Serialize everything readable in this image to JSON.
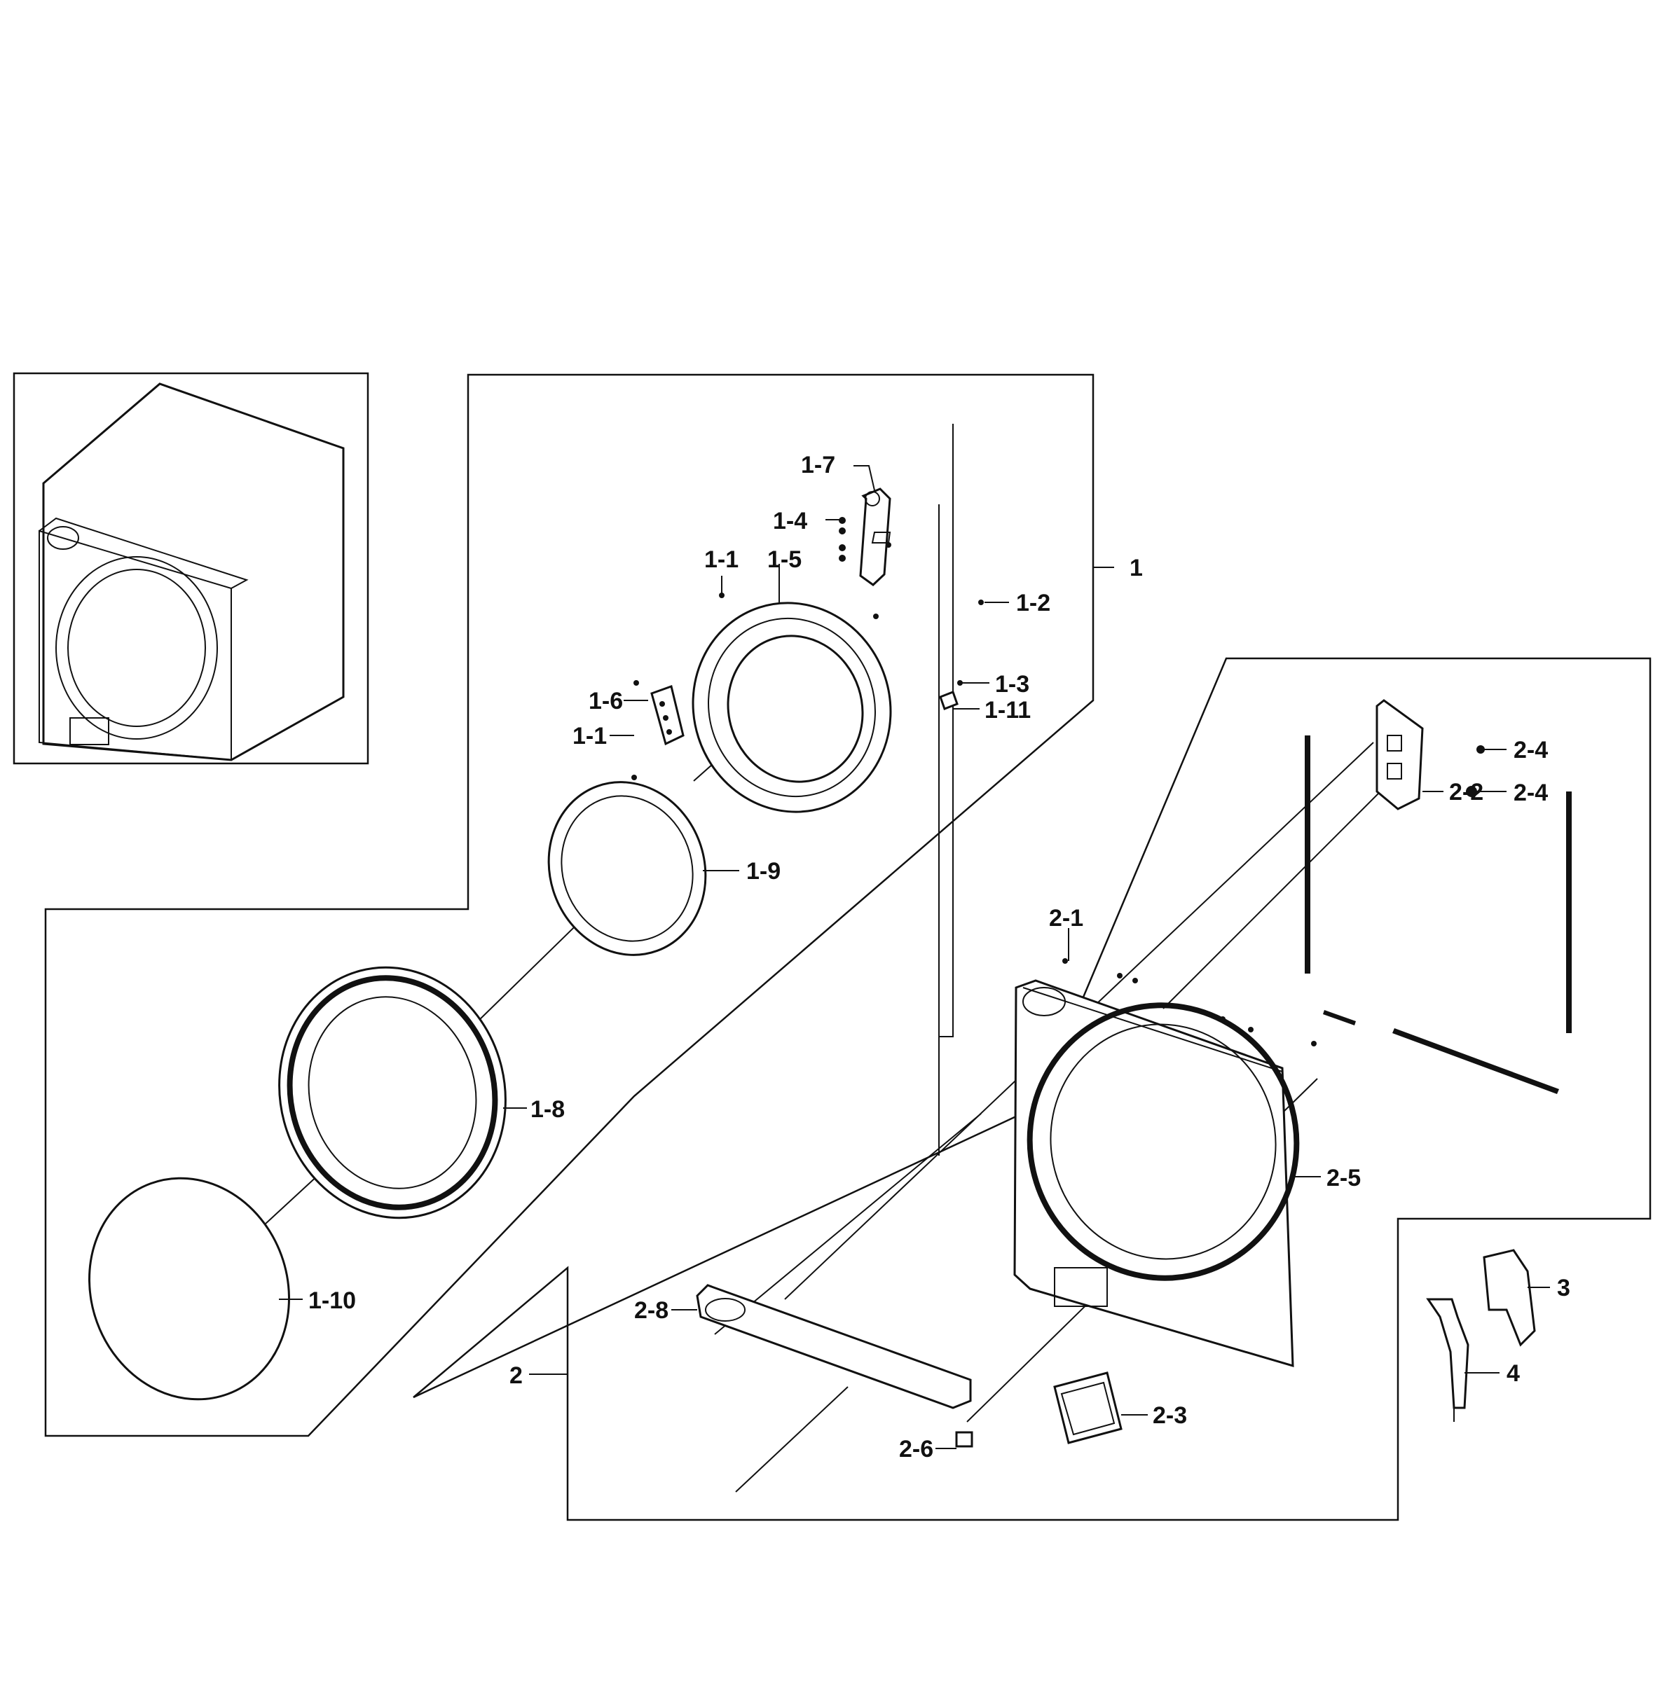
{
  "callouts": {
    "c1": "1",
    "c1_1a": "1-1",
    "c1_1b": "1-1",
    "c1_2": "1-2",
    "c1_3": "1-3",
    "c1_4": "1-4",
    "c1_5": "1-5",
    "c1_6": "1-6",
    "c1_7": "1-7",
    "c1_8": "1-8",
    "c1_9": "1-9",
    "c1_10": "1-10",
    "c1_11": "1-11",
    "c2": "2",
    "c2_1": "2-1",
    "c2_2": "2-2",
    "c2_3": "2-3",
    "c2_4a": "2-4",
    "c2_4b": "2-4",
    "c2_5": "2-5",
    "c2_6": "2-6",
    "c2_8": "2-8",
    "c3": "3",
    "c4": "4"
  }
}
